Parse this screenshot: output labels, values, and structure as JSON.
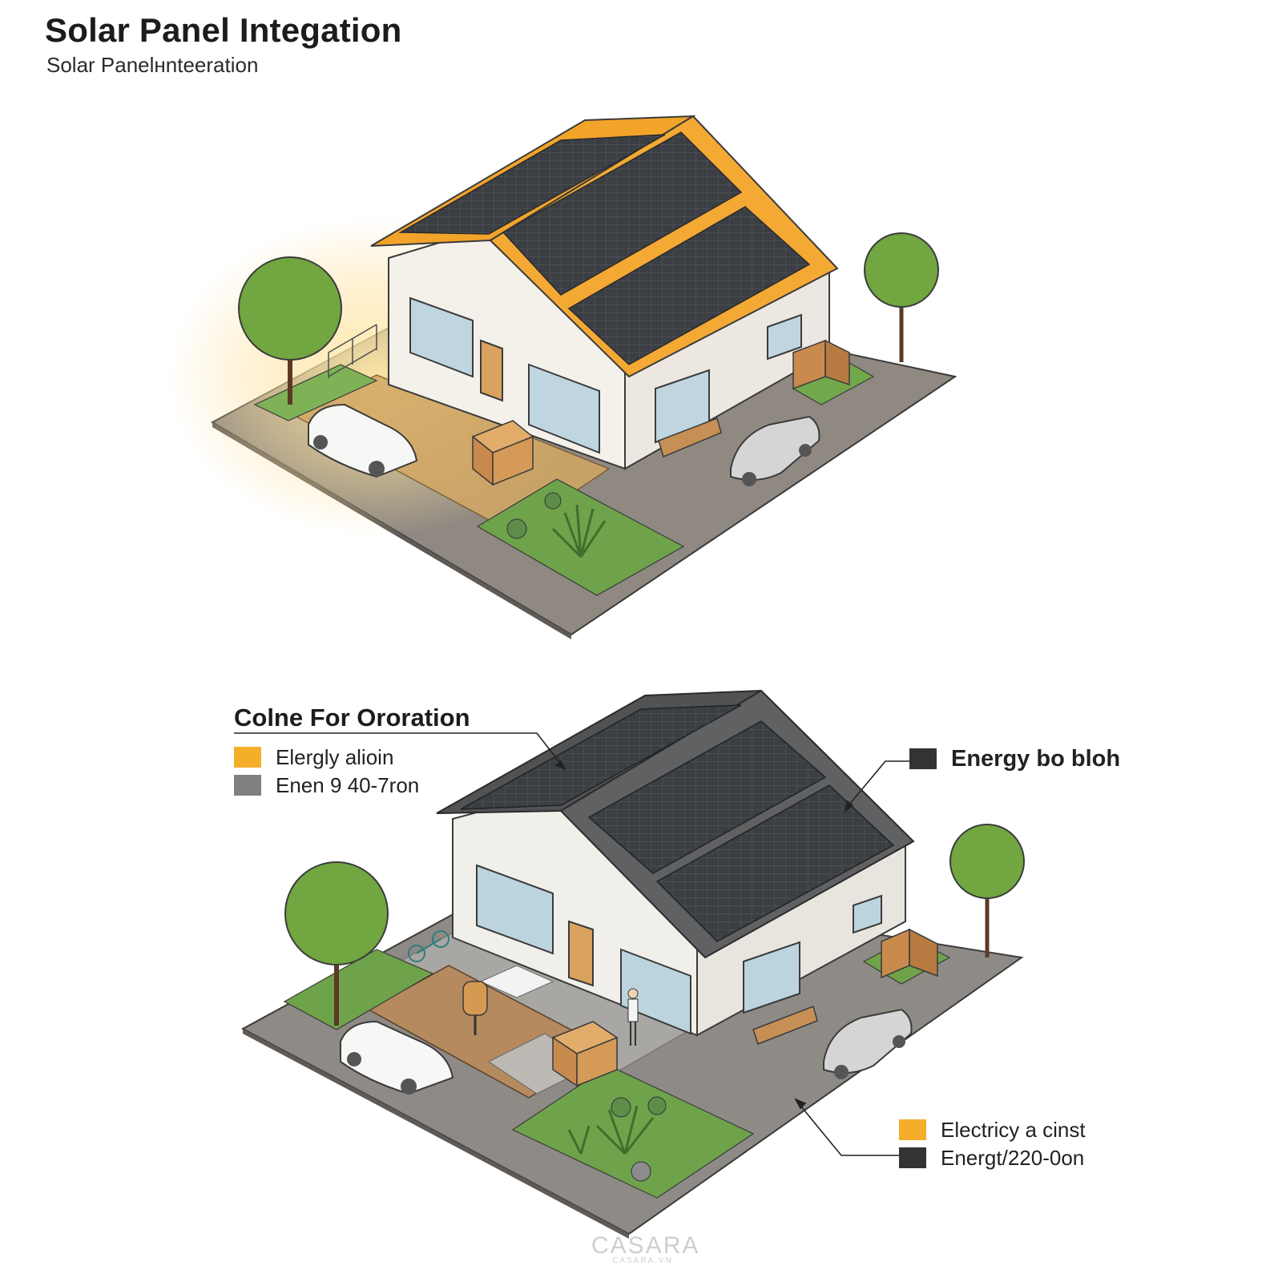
{
  "header": {
    "title": "Solar Panel Integation",
    "subtitle": "Solar Panelнnteeration"
  },
  "bottom_legend": {
    "heading": "Colne For Ororation",
    "items": [
      {
        "label": "Elergly alioin",
        "color": "#F5AE2A"
      },
      {
        "label": "Enen 9 40-7ron",
        "color": "#808080"
      },
      {
        "label": "Energy bo bloh",
        "color": "#333333"
      },
      {
        "label": "Electricy a cinst",
        "color": "#F5AE2A"
      },
      {
        "label": "Energt/220-0on",
        "color": "#333333"
      }
    ]
  },
  "watermark": {
    "brand": "CASARA",
    "url": "CASARA.VN"
  },
  "colors": {
    "roof_orange": "#F2A42A",
    "roof_gray": "#5A5A5A",
    "panel_dark": "#3A3D40",
    "wall": "#F1EFEA",
    "ground": "#8E8880",
    "grass": "#6FA34B",
    "tree": "#6FA640",
    "wood": "#B48A5E"
  }
}
